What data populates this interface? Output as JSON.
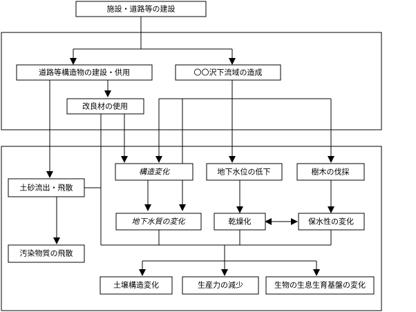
{
  "colors": {
    "line": "#000000",
    "box_fill": "#ffffff",
    "text": "#000000"
  },
  "nodes": {
    "construction": "施設・道路等の建設",
    "road_structures": "道路等構造物の建設・供用",
    "valley_creation": "〇〇沢下流域の造成",
    "improvement_material": "改良材の使用",
    "soil_runoff": "土砂流出・飛散",
    "structure_change": "構造変化",
    "groundwater_drop": "地下水位の低下",
    "tree_felling": "樹木の伐採",
    "pollutant_scatter": "汚染物質の飛散",
    "subsurface_quality_change": "地下水質の変化",
    "drying": "乾燥化",
    "water_retention_change": "保水性の変化",
    "soil_structure_change": "土壌構造変化",
    "productivity_decrease": "生産力の減少",
    "habitat_change": "生物の生息生育基盤の変化"
  }
}
